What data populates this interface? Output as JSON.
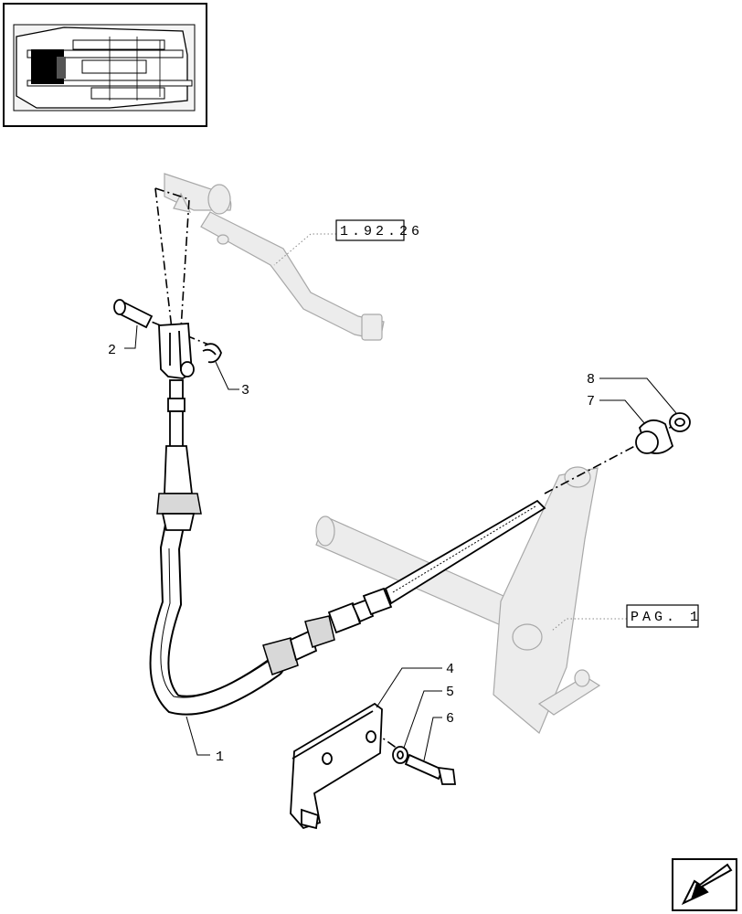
{
  "callouts": {
    "c1": "1",
    "c2": "2",
    "c3": "3",
    "c4": "4",
    "c5": "5",
    "c6": "6",
    "c7": "7",
    "c8": "8"
  },
  "references": {
    "ref_pedal": "1.92.26",
    "ref_page": "PAG. 1"
  },
  "icons": {
    "thumbnail": "transmission-section-thumbnail",
    "nav": "arrow-back-icon"
  }
}
